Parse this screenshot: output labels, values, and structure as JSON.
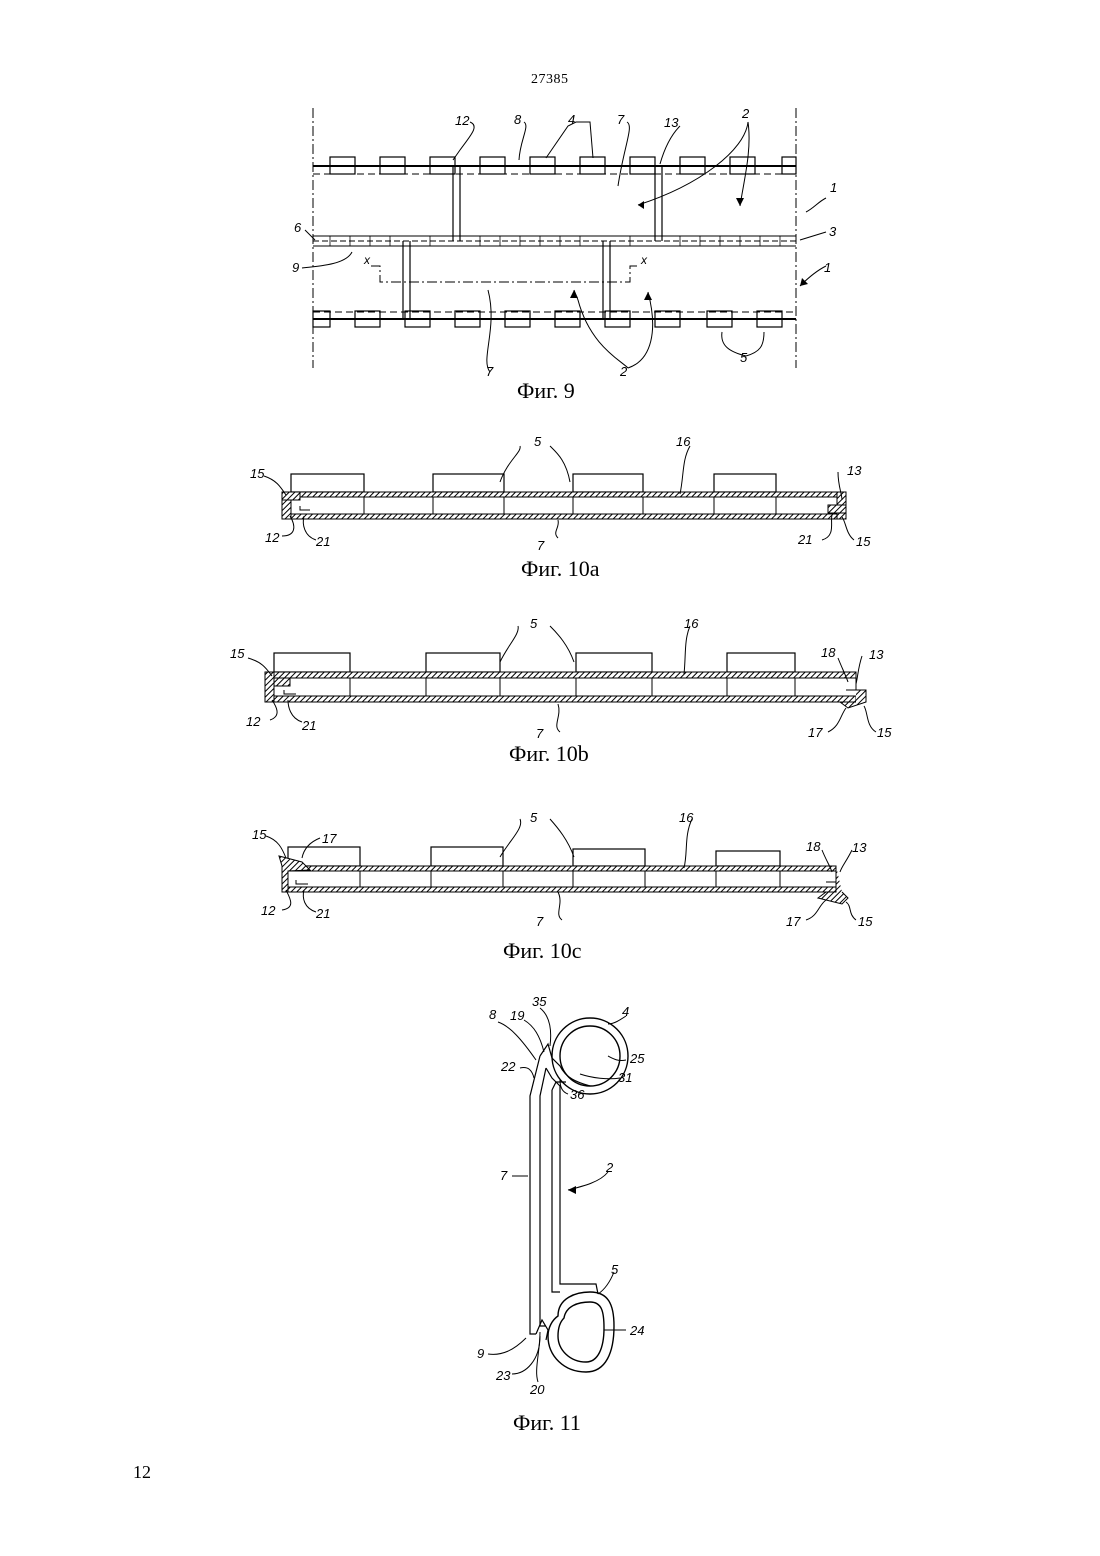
{
  "page": {
    "doc_number": "27385",
    "page_number": "12"
  },
  "figures": [
    {
      "id": "fig9",
      "caption": "Фиг. 9",
      "labels": [
        "12",
        "8",
        "4",
        "7",
        "13",
        "2",
        "1",
        "6",
        "3",
        "9",
        "x",
        "x",
        "1",
        "7",
        "2",
        "5"
      ]
    },
    {
      "id": "fig10a",
      "caption": "Фиг. 10a",
      "labels": [
        "5",
        "16",
        "15",
        "13",
        "12",
        "21",
        "7",
        "21",
        "15"
      ]
    },
    {
      "id": "fig10b",
      "caption": "Фиг. 10b",
      "labels": [
        "5",
        "16",
        "15",
        "18",
        "13",
        "12",
        "21",
        "7",
        "17",
        "15"
      ]
    },
    {
      "id": "fig10c",
      "caption": "Фиг. 10c",
      "labels": [
        "5",
        "16",
        "15",
        "17",
        "18",
        "13",
        "12",
        "21",
        "7",
        "17",
        "15"
      ]
    },
    {
      "id": "fig11",
      "caption": "Фиг. 11",
      "labels": [
        "8",
        "19",
        "35",
        "4",
        "22",
        "25",
        "31",
        "36",
        "7",
        "2",
        "5",
        "24",
        "9",
        "23",
        "20"
      ]
    }
  ]
}
